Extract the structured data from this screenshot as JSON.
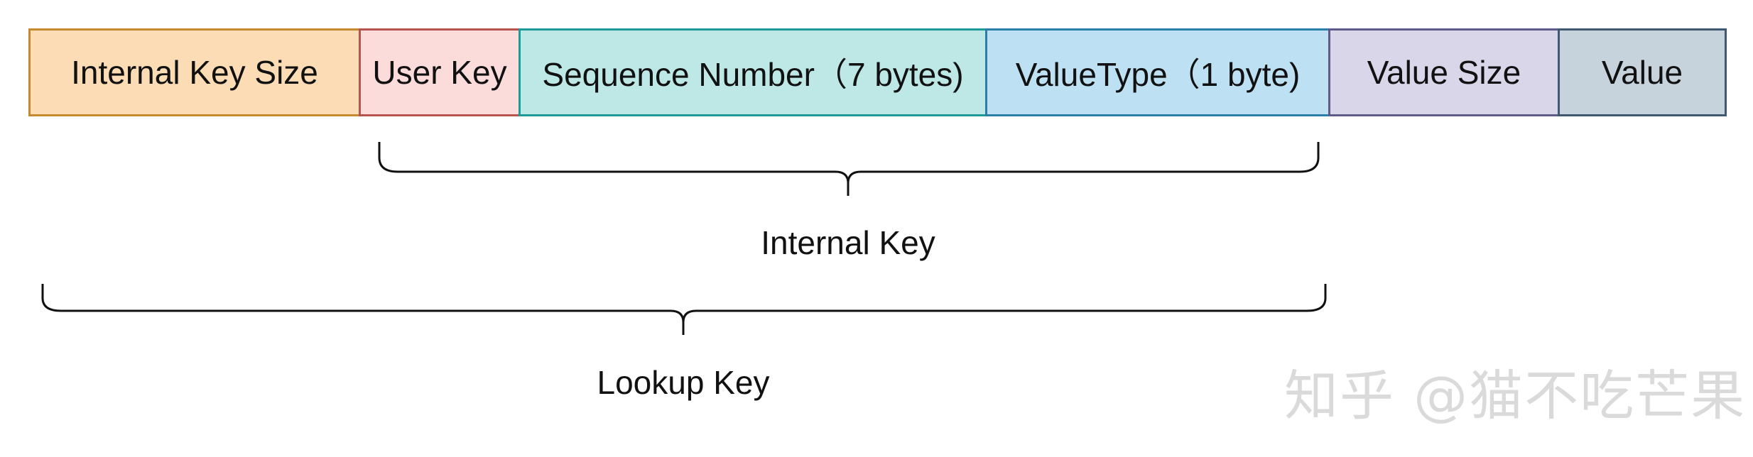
{
  "fields": [
    {
      "label": "Internal Key Size"
    },
    {
      "label": "User Key"
    },
    {
      "label": "Sequence Number（7 bytes)"
    },
    {
      "label": "ValueType（1 byte)"
    },
    {
      "label": "Value Size"
    },
    {
      "label": "Value"
    }
  ],
  "braces": {
    "internal_key": "Internal Key",
    "lookup_key": "Lookup Key"
  },
  "watermark": "知乎 @猫不吃芒果"
}
